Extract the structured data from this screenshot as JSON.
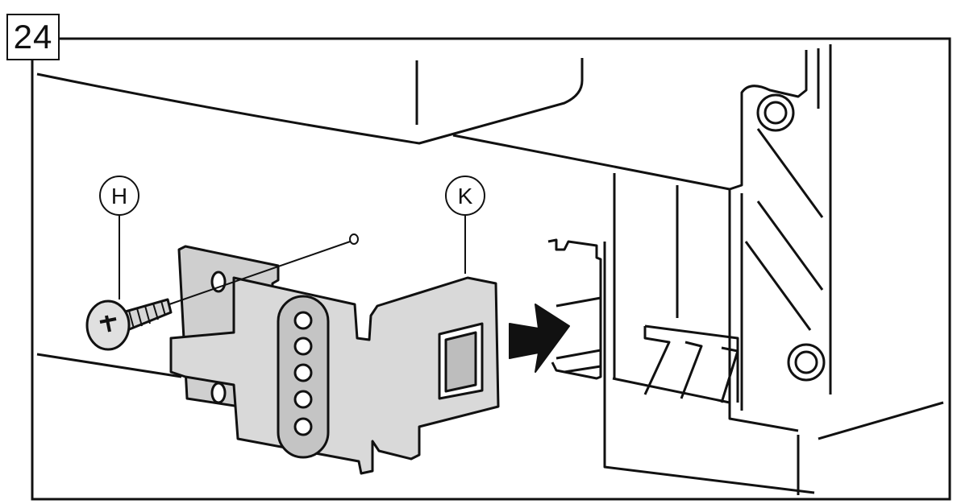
{
  "step": {
    "number": "24"
  },
  "callouts": {
    "screw": {
      "letter": "H"
    },
    "bracket": {
      "letter": "K"
    }
  },
  "colors": {
    "line": "#111111",
    "bracket_fill": "#d9d9d9",
    "bracket_shadow": "#b8b8b8",
    "arrow": "#111111"
  },
  "icons": [
    "screw-icon",
    "direction-arrow-icon"
  ]
}
